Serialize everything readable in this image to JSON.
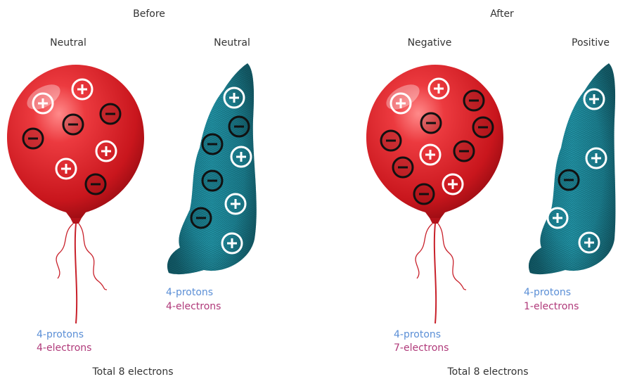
{
  "before": {
    "heading": "Before",
    "balloon": {
      "label": "Neutral",
      "protons": "4-protons",
      "electrons": "4-electrons",
      "charges": [
        "+",
        "+",
        "−",
        "−",
        "−",
        "+",
        "+",
        "−"
      ]
    },
    "cloth": {
      "label": "Neutral",
      "protons": "4-protons",
      "electrons": "4-electrons",
      "charges": [
        "+",
        "−",
        "−",
        "+",
        "−",
        "+",
        "−",
        "+"
      ]
    },
    "total": "Total 8 electrons"
  },
  "after": {
    "heading": "After",
    "balloon": {
      "label": "Negative",
      "protons": "4-protons",
      "electrons": "7-electrons",
      "charges": [
        "+",
        "+",
        "−",
        "−",
        "−",
        "−",
        "+",
        "−",
        "−",
        "+",
        "−"
      ]
    },
    "cloth": {
      "label": "Positive",
      "protons": "4-protons",
      "electrons": "1-electrons",
      "charges": [
        "+",
        "+",
        "−",
        "+",
        "+"
      ]
    },
    "total": "Total 8 electrons"
  },
  "colors": {
    "balloon": "#d8242b",
    "cloth": "#1e8496",
    "protons_text": "#5b8fd6",
    "electrons_text": "#b03a7a"
  }
}
